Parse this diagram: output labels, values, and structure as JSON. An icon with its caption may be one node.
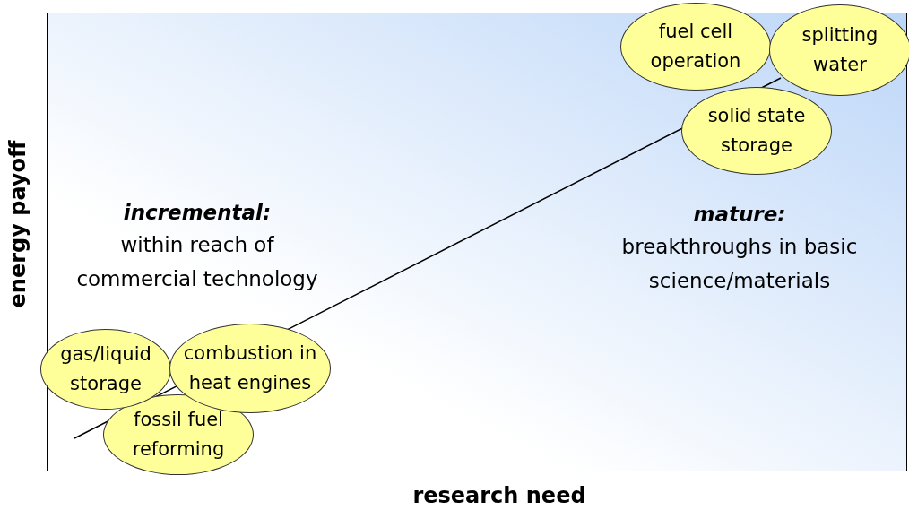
{
  "diagram": {
    "nodes": [
      {
        "text": [
          "fuel cell operation"
        ]
      },
      {
        "text": [
          "splitting water"
        ]
      },
      {
        "text": [
          "solid state storage"
        ]
      },
      {
        "text": [
          "gas/liquid storage"
        ]
      },
      {
        "text": [
          "combustion in heat engines"
        ]
      },
      {
        "text": [
          "fossil fuel reforming"
        ]
      }
    ],
    "edges": [],
    "labels": [
      "energy payoff",
      "incremental:",
      "within reach of commercial technology",
      "mature:",
      "breakthroughs in basic science/materials",
      "research need"
    ]
  }
}
